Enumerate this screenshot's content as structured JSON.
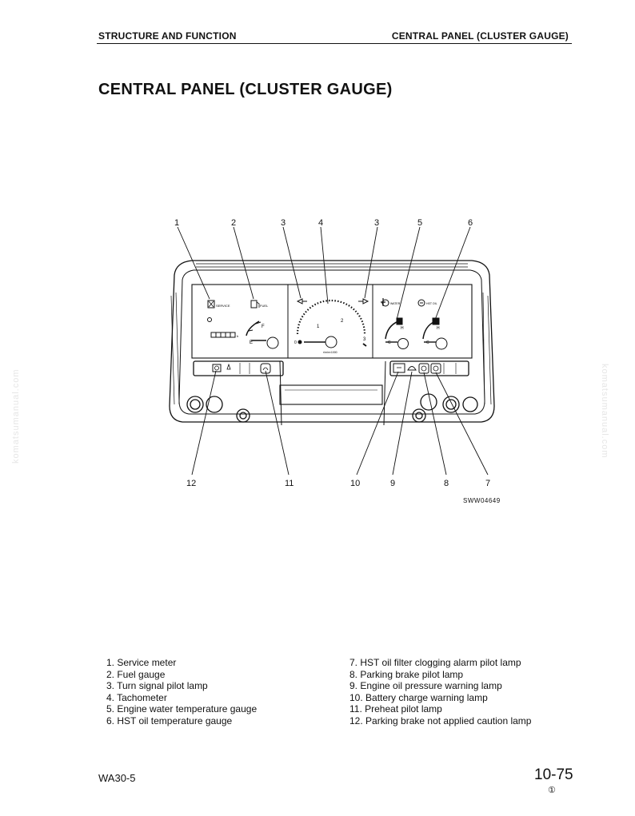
{
  "header": {
    "section": "STRUCTURE AND FUNCTION",
    "topic": "CENTRAL PANEL (CLUSTER GAUGE)"
  },
  "title": "CENTRAL PANEL (CLUSTER GAUGE)",
  "figure": {
    "code": "SWW04649",
    "callouts_top": [
      "1",
      "2",
      "3",
      "4",
      "3",
      "5",
      "6"
    ],
    "callouts_bottom": [
      "12",
      "11",
      "10",
      "9",
      "8",
      "7"
    ],
    "panel_labels": {
      "service": "SERVICE",
      "fuel": "FUEL",
      "fuel_full": "F",
      "fuel_empty": "E",
      "hour_unit": "h",
      "rpm_unit": "r/min×1000",
      "tach_1": "1",
      "tach_2": "2",
      "tach_3": "3",
      "tach_0": "0",
      "water_temp": "WATER",
      "oil_temp": "HST OIL",
      "hot": "H",
      "cold": "C"
    }
  },
  "legend": {
    "left": [
      "1. Service meter",
      "2. Fuel gauge",
      "3. Turn signal pilot lamp",
      "4. Tachometer",
      "5. Engine water temperature gauge",
      "6. HST oil temperature gauge"
    ],
    "right": [
      "7. HST oil filter clogging alarm pilot lamp",
      "8. Parking brake pilot lamp",
      "9. Engine oil pressure warning lamp",
      "10. Battery charge warning lamp",
      "11. Preheat pilot lamp",
      "12. Parking brake not applied caution lamp"
    ]
  },
  "watermark": "komatsumanual.com",
  "footer": {
    "model": "WA30-5",
    "page": "10-75",
    "revision": "①"
  }
}
